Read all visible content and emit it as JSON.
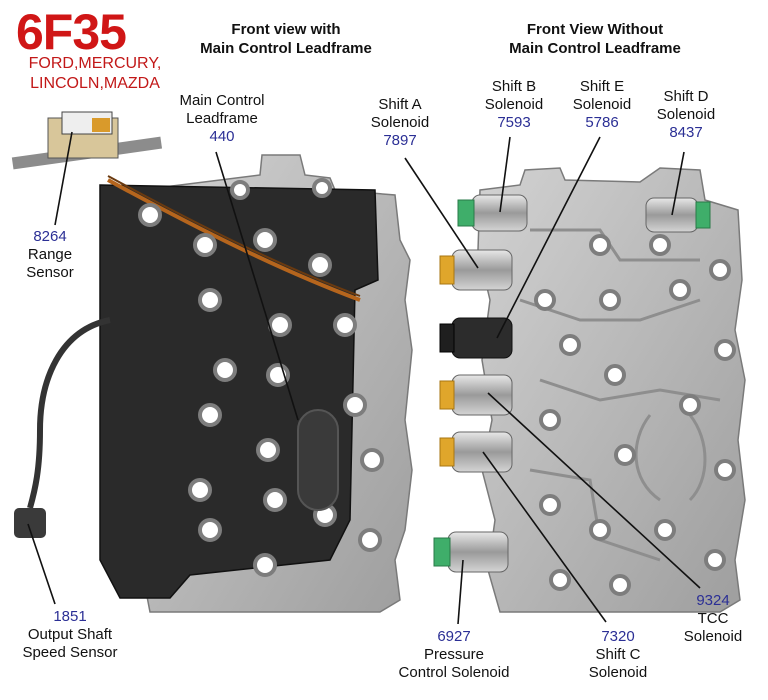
{
  "brand": {
    "title": "6F35",
    "makes_line1": "FORD,MERCURY,",
    "makes_line2": "LINCOLN,MAZDA"
  },
  "headings": {
    "left_line1": "Front view with",
    "left_line2": "Main Control Leadframe",
    "right_line1": "Front View Without",
    "right_line2": "Main Control Leadframe"
  },
  "callouts": {
    "main_control_leadframe": {
      "name_line1": "Main Control",
      "name_line2": "Leadframe",
      "number": "440"
    },
    "range_sensor": {
      "number": "8264",
      "name_line1": "Range",
      "name_line2": "Sensor"
    },
    "output_shaft_speed_sensor": {
      "number": "1851",
      "name_line1": "Output Shaft",
      "name_line2": "Speed Sensor"
    },
    "shift_a_solenoid": {
      "name_line1": "Shift A",
      "name_line2": "Solenoid",
      "number": "7897"
    },
    "shift_b_solenoid": {
      "name_line1": "Shift B",
      "name_line2": "Solenoid",
      "number": "7593"
    },
    "shift_e_solenoid": {
      "name_line1": "Shift E",
      "name_line2": "Solenoid",
      "number": "5786"
    },
    "shift_d_solenoid": {
      "name_line1": "Shift D",
      "name_line2": "Solenoid",
      "number": "8437"
    },
    "pressure_control_solenoid": {
      "number": "6927",
      "name_line1": "Pressure",
      "name_line2": "Control Solenoid"
    },
    "shift_c_solenoid": {
      "number": "7320",
      "name_line1": "Shift C",
      "name_line2": "Solenoid"
    },
    "tcc_solenoid": {
      "number": "9324",
      "name_line1": "TCC",
      "name_line2": "Solenoid"
    }
  },
  "colors": {
    "brand_red": "#d01616",
    "part_number_blue": "#2b2f95",
    "casting_gray": "#b9b9b9",
    "leadframe_black": "#2a2a2a",
    "connector_green": "#3fae6a",
    "connector_amber": "#e0a62b"
  }
}
